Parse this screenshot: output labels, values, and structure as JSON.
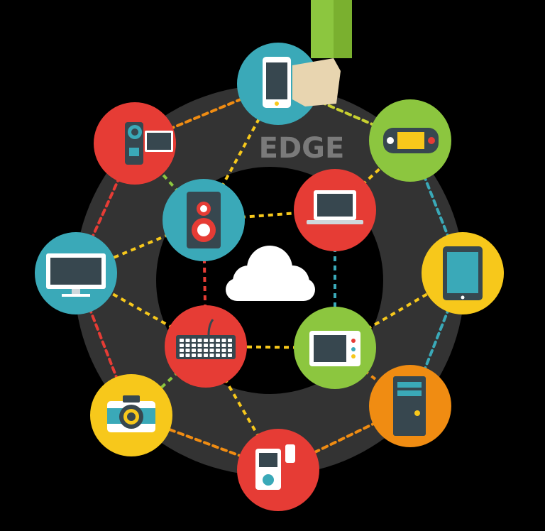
{
  "title": "EDGE",
  "colors": {
    "background": "#000000",
    "ring": "#333333",
    "teal": "#3aa9b8",
    "red": "#e63c35",
    "green": "#8cc63f",
    "yellow": "#f7c81b",
    "orange": "#f08c12",
    "sleeve": "#8cc63f",
    "hand": "#e8d5b0"
  },
  "center": {
    "icon": "cloud-icon"
  },
  "outer_nodes": [
    {
      "id": "phone",
      "icon": "smartphone-icon",
      "color": "#3aa9b8"
    },
    {
      "id": "gamepad",
      "icon": "handheld-console-icon",
      "color": "#8cc63f"
    },
    {
      "id": "tablet",
      "icon": "tablet-icon",
      "color": "#f7c81b"
    },
    {
      "id": "pc",
      "icon": "pc-tower-icon",
      "color": "#f08c12"
    },
    {
      "id": "mp3",
      "icon": "media-player-icon",
      "color": "#e63c35"
    },
    {
      "id": "camera",
      "icon": "photo-camera-icon",
      "color": "#f7c81b"
    },
    {
      "id": "monitor",
      "icon": "monitor-icon",
      "color": "#3aa9b8"
    },
    {
      "id": "camcorder",
      "icon": "camcorder-icon",
      "color": "#e63c35"
    }
  ],
  "inner_nodes": [
    {
      "id": "speaker",
      "icon": "speaker-icon",
      "color": "#3aa9b8"
    },
    {
      "id": "laptop",
      "icon": "laptop-icon",
      "color": "#e63c35"
    },
    {
      "id": "microwave",
      "icon": "microwave-icon",
      "color": "#8cc63f"
    },
    {
      "id": "keyboard",
      "icon": "keyboard-icon",
      "color": "#e63c35"
    }
  ]
}
